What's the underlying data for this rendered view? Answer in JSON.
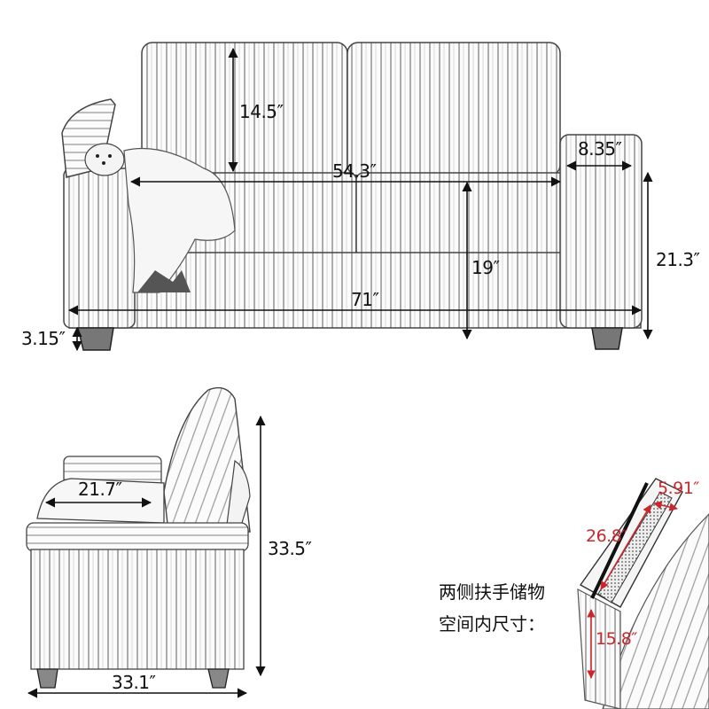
{
  "diagram": {
    "subject": "Corduroy loveseat sofa with storage armrests",
    "front_view": {
      "back_cushion_height": "14.5″",
      "seat_width": "54.3″",
      "arm_width": "8.35″",
      "arm_height": "21.3″",
      "seat_height": "19″",
      "overall_width": "71″",
      "leg_height": "3.15″"
    },
    "side_view": {
      "seat_depth": "21.7″",
      "overall_height": "33.5″",
      "overall_depth": "33.1″"
    },
    "storage_detail": {
      "note_line1": "两侧扶手储物",
      "note_line2": "空间内尺寸：",
      "length": "26.8″",
      "width": "5.91″",
      "depth": "15.8″",
      "accent_color": "#c8282d"
    }
  }
}
